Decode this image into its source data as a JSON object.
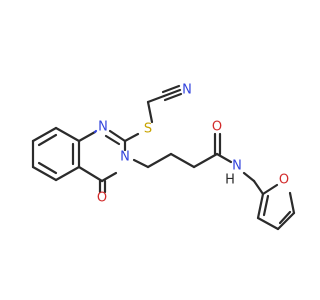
{
  "molecule": {
    "atoms": {
      "nitrile_n": "N",
      "thioether_s": "S",
      "ring_n1": "N",
      "ring_n3": "N",
      "ketone_o": "O",
      "amide_o": "O",
      "amide_n": "N",
      "amide_h": "H",
      "furan_o": "O"
    },
    "colors": {
      "carbon": "#2b2b2b",
      "nitrogen": "#3344dd",
      "oxygen": "#d22b2b",
      "sulfur": "#c8a400"
    }
  }
}
